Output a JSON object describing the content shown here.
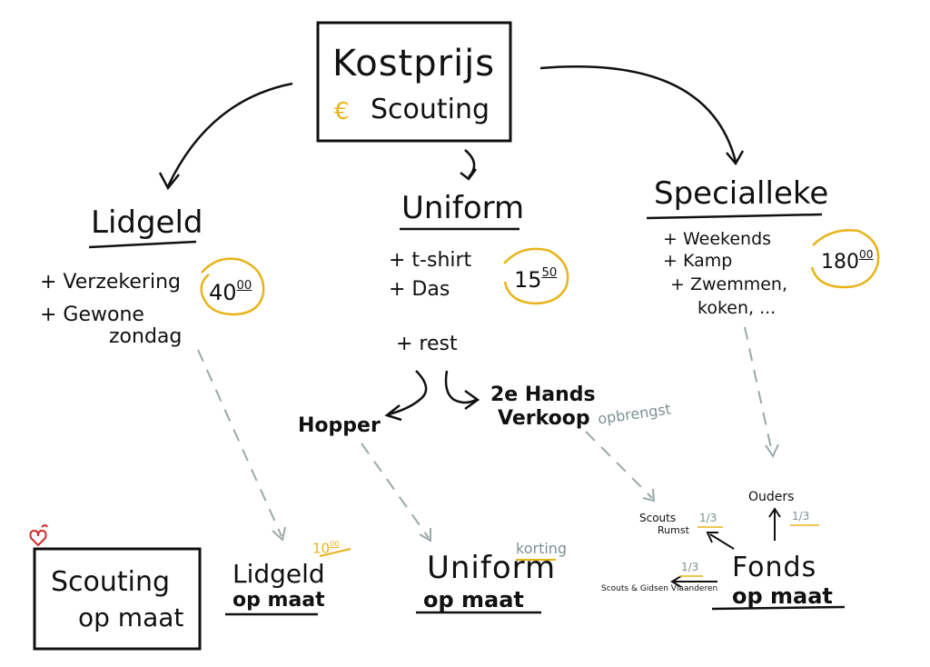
{
  "root": {
    "title": "Kostprijs",
    "euro": "€",
    "subtitle": "Scouting"
  },
  "branches": {
    "lidgeld": {
      "title": "Lidgeld",
      "items": [
        "+ Verzekering",
        "+ Gewone",
        "zondag"
      ],
      "price_main": "40",
      "price_cents": "00"
    },
    "uniform": {
      "title": "Uniform",
      "items": [
        "+ t-shirt",
        "+ Das"
      ],
      "price_main": "15",
      "price_cents": "50",
      "rest": "+ rest",
      "hopper": "Hopper",
      "second_hand_line1": "2e Hands",
      "second_hand_line2": "Verkoop",
      "opbrengst": "opbrengst"
    },
    "specialleke": {
      "title": "Specialleke",
      "items": [
        "+ Weekends",
        "+ Kamp",
        "+ Zwemmen,",
        "koken, ..."
      ],
      "price_main": "180",
      "price_cents": "00"
    }
  },
  "bottom": {
    "scouting_op_maat_line1": "Scouting",
    "scouting_op_maat_line2": "op maat",
    "lidgeld_op_maat_line1": "Lidgeld",
    "lidgeld_op_maat_line2": "op maat",
    "lidgeld_amount": "10",
    "lidgeld_amount_cents": "00",
    "uniform_op_maat_line1": "Uniform",
    "uniform_op_maat_line2": "op maat",
    "korting": "korting",
    "fonds_line1": "Fonds",
    "fonds_line2": "op maat",
    "ouders": "Ouders",
    "scouts_rumst_line1": "Scouts",
    "scouts_rumst_line2": "Rumst",
    "scouts_vlaanderen": "Scouts & Gidsen Vlaanderen",
    "fraction": "1/3"
  },
  "colors": {
    "ink": "#111111",
    "gold": "#e8b41a",
    "grey": "#7d9091",
    "red": "#d62a2a"
  }
}
